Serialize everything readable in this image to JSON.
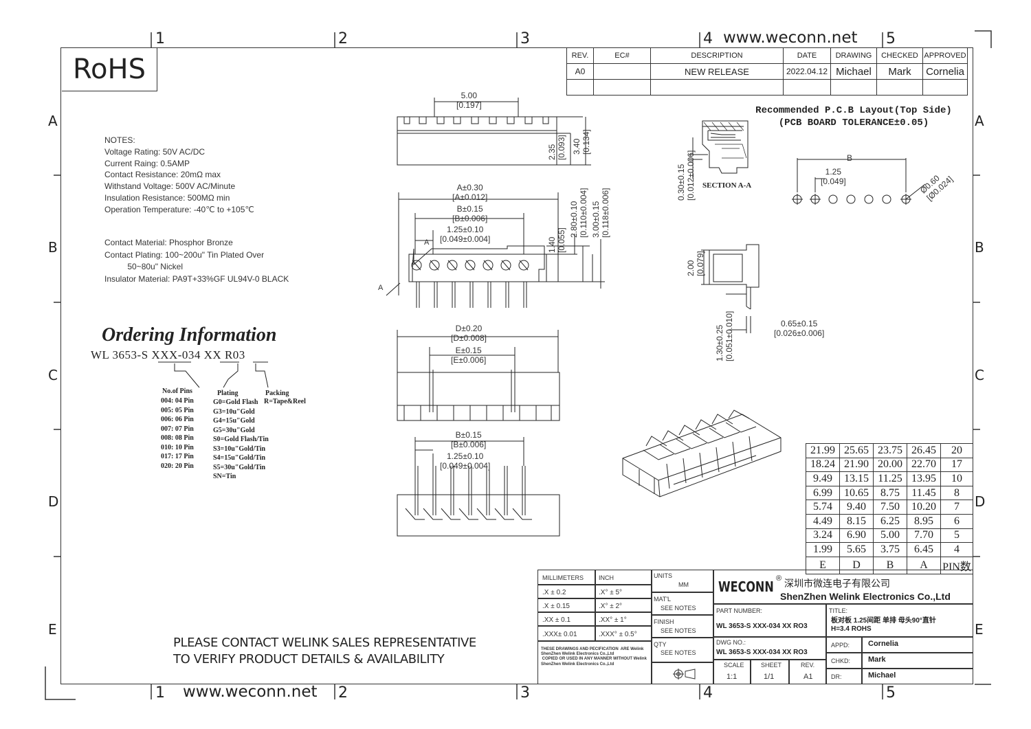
{
  "rohs": "RoHS",
  "website": "www.weconn.net",
  "zones": {
    "cols": [
      "1",
      "2",
      "3",
      "4",
      "5"
    ],
    "rows": [
      "A",
      "B",
      "C",
      "D",
      "E"
    ]
  },
  "revision": {
    "headers": [
      "REV.",
      "EC#",
      "DESCRIPTION",
      "DATE",
      "DRAWING",
      "CHECKED",
      "APPROVED"
    ],
    "row": [
      "A0",
      "",
      "NEW RELEASE",
      "2022.04.12",
      "Michael",
      "Mark",
      "Cornelia"
    ]
  },
  "notes": "NOTES:\nVoltage Rating: 50V AC/DC\nCurrent Raing: 0.5AMP\nContact Resistance: 20mΩ max\nWithstand Voltage: 500V AC/Minute\nInsulation Resistance: 500MΩ min\nOperation Temperature: -40℃ to +105℃",
  "materials": "Contact Material: Phosphor Bronze\nContact Plating: 100~200u\" Tin Plated Over\n          50~80u\" Nickel\nInsulator Material: PA9T+33%GF UL94V-0 BLACK",
  "ordering": {
    "title": "Ordering Information",
    "part_number": "WL 3653-S XXX-034 XX R03",
    "pins_label": "No.of Pins",
    "pins": "004: 04 Pin\n005: 05 Pin\n006: 06 Pin\n007: 07 Pin\n008: 08 Pin\n010: 10 Pin\n017: 17 Pin\n020: 20 Pin",
    "plating_label": "Plating",
    "plating": "G0=Gold Flash\nG3=10u\"Gold\nG4=15u\"Gold\nG5=30u\"Gold\nS0=Gold Flash/Tin\nS3=10u\"Gold/Tin\nS4=15u\"Gold/Tin\nS5=30u\"Gold/Tin\nSN=Tin",
    "packing_label": "Packing",
    "packing": "R=Tape&Reel"
  },
  "dims": {
    "top_w": "5.00",
    "top_w_in": "[0.197]",
    "h1": "2.35",
    "h1_in": "[0.093]",
    "h2": "3.40",
    "h2_in": "[0.134]",
    "a": "A±0.30",
    "a_in": "[A±0.012]",
    "b": "B±0.15",
    "b_in": "[B±0.006]",
    "pitch": "1.25±0.10",
    "pitch_in": "[0.049±0.004]",
    "v1": "1.40",
    "v1_in": "[0.055]",
    "v2": "2.80±0.10",
    "v2_in": "[0.110±0.004]",
    "v3": "3.00±0.15",
    "v3_in": "[0.118±0.006]",
    "d": "D±0.20",
    "d_in": "[D±0.008]",
    "e": "E±0.15",
    "e_in": "[E±0.006]",
    "b2": "B±0.15",
    "b2_in": "[B±0.006]",
    "pitch2": "1.25±0.10",
    "pitch2_in": "[0.049±0.004]",
    "sec_h": "0.30±0.15",
    "sec_h_in": "[0.012±0.006]",
    "section": "SECTION A-A",
    "side_h": "2.00",
    "side_h_in": "[0.079]",
    "pin_h": "1.30±0.25",
    "pin_h_in": "[0.051±0.010]",
    "pin_w": "0.65±0.15",
    "pin_w_in": "[0.026±0.006]",
    "pcb_b": "B",
    "pcb_pitch": "1.25",
    "pcb_pitch_in": "[0.049]",
    "hole": "Ø0.60",
    "hole_in": "[Ø0.024]",
    "label_a": "A"
  },
  "pcb_title": "Recommended P.C.B Layout(Top Side)\n(PCB BOARD TOLERANCE±0.05)",
  "pin_table": {
    "rows": [
      [
        "21.99",
        "25.65",
        "23.75",
        "26.45",
        "20"
      ],
      [
        "18.24",
        "21.90",
        "20.00",
        "22.70",
        "17"
      ],
      [
        "9.49",
        "13.15",
        "11.25",
        "13.95",
        "10"
      ],
      [
        "6.99",
        "10.65",
        "8.75",
        "11.45",
        "8"
      ],
      [
        "5.74",
        "9.40",
        "7.50",
        "10.20",
        "7"
      ],
      [
        "4.49",
        "8.15",
        "6.25",
        "8.95",
        "6"
      ],
      [
        "3.24",
        "6.90",
        "5.00",
        "7.70",
        "5"
      ],
      [
        "1.99",
        "5.65",
        "3.75",
        "6.45",
        "4"
      ]
    ],
    "headers": [
      "E",
      "D",
      "B",
      "A",
      "PIN数"
    ]
  },
  "please": "PLEASE CONTACT WELINK SALES REPRESENTATIVE\nTO VERIFY PRODUCT DETAILS & AVAILABILITY",
  "title_block": {
    "mm": "MILLIMETERS",
    "inch": "INCH",
    "tol_mm": [
      ".X   ±  0.2",
      ".X   ± 0.15",
      ".XX  ± 0.1",
      ".XXX± 0.01"
    ],
    "tol_in": [
      ".X°   ±  5°",
      ".X°  ± 2°",
      ".XX°  ± 1°",
      ".XXX° ± 0.5°"
    ],
    "units_label": "UNITS",
    "units": "MM",
    "matl_label": "MAT'L",
    "matl": "SEE NOTES",
    "finish_label": "FINISH",
    "finish": "SEE NOTES",
    "qty_label": "QTY",
    "qty": "SEE NOTES",
    "disclaimer": "THESE DRAWINGS AND PECIFICATION  ARE Welink\nShenZhen Welink Electronics Co.,Ltd\n COPIED OR USED IN ANY MANNER WITHOUT Welink\nShenZhen Welink Electronics Co.,Ltd",
    "brand": "WECONN",
    "reg": "®",
    "company_cn": "深圳市微连电子有限公司",
    "company_en": "ShenZhen Welink Electronics Co.,Ltd",
    "part_label": "PART NUMBER:",
    "part": "WL 3653-S XXX-034 XX RO3",
    "title_label": "TITLE:",
    "title": "板对板 1.25间距 单排 母头90°直针\nH=3.4 ROHS",
    "dwg_label": "DWG NO.:",
    "dwg": "WL 3653-S XXX-034 XX RO3",
    "scale_label": "SCALE",
    "scale": "1:1",
    "sheet_label": "SHEET",
    "sheet": "1/1",
    "rev_label": "REV.",
    "rev": "A1",
    "appd_label": "APPD:",
    "appd": "Cornelia",
    "chkd_label": "CHKD:",
    "chkd": "Mark",
    "dr_label": "DR:",
    "dr": "Michael"
  }
}
